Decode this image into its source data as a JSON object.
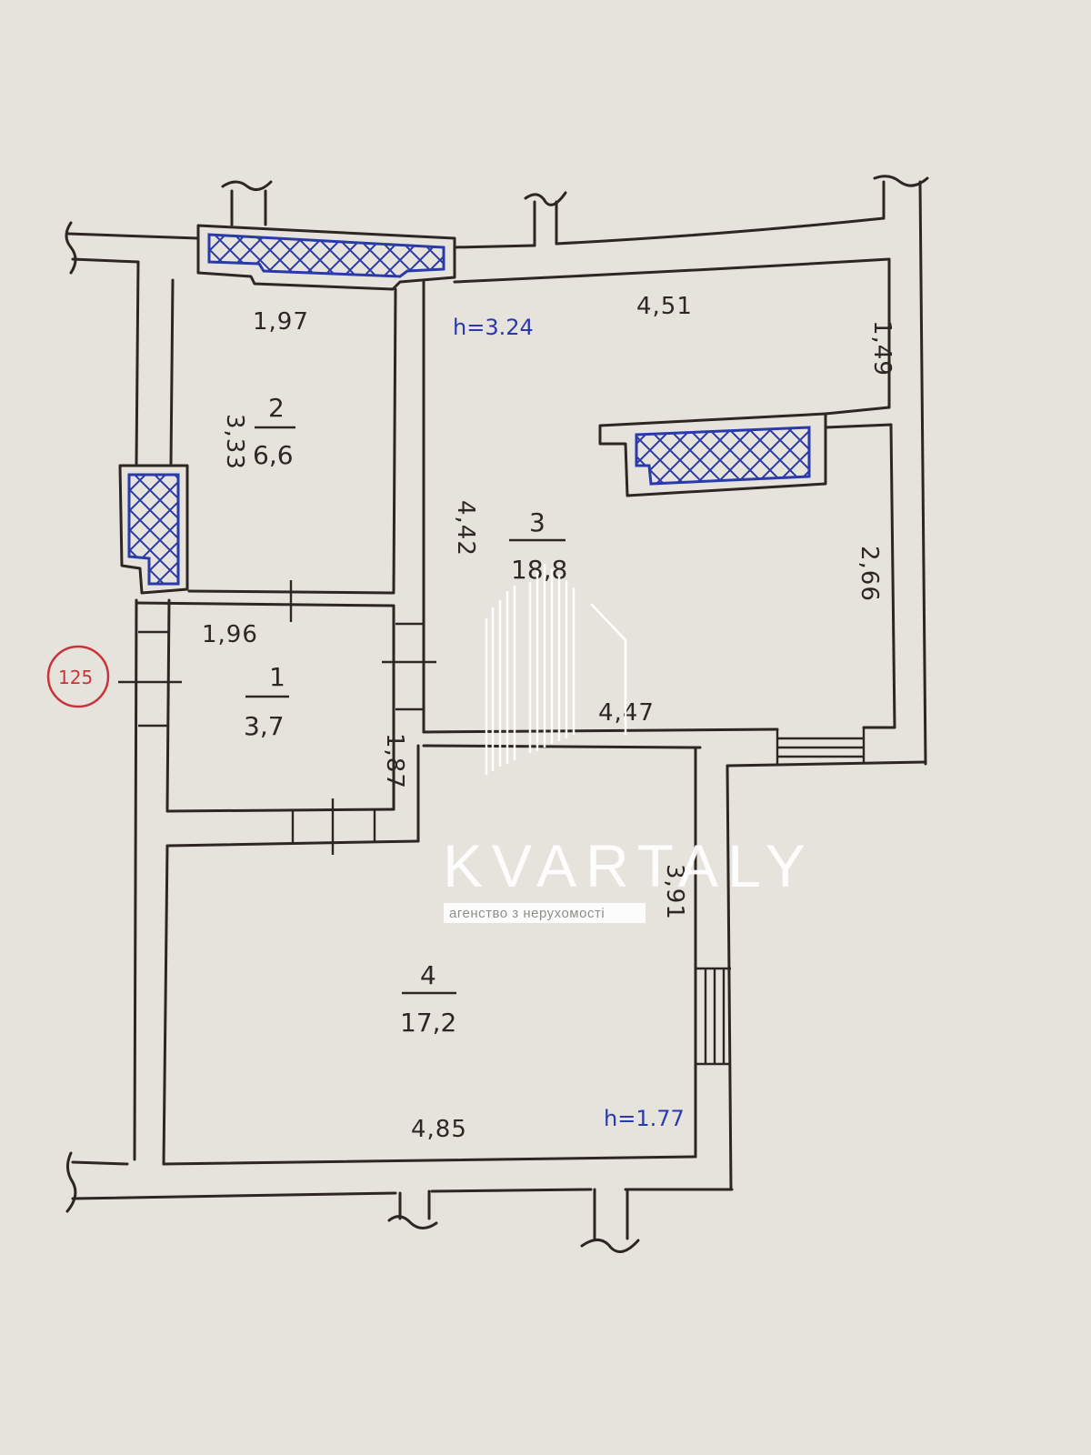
{
  "plan": {
    "stamp": "125",
    "ceiling_height_top": "h=3.24",
    "ceiling_height_bottom": "h=1.77",
    "rooms": [
      {
        "number": "1",
        "area": "3,7"
      },
      {
        "number": "2",
        "area": "6,6"
      },
      {
        "number": "3",
        "area": "18,8"
      },
      {
        "number": "4",
        "area": "17,2"
      }
    ],
    "dimensions": {
      "r2_top": "1,97",
      "r2_left": "3,33",
      "r3_top": "4,51",
      "r3_right_upper": "1,49",
      "r3_left": "4,42",
      "r3_right_lower": "2,66",
      "r3_bottom": "4,47",
      "r1_top": "1,96",
      "r1_right": "1,87",
      "r4_right": "3,91",
      "r4_bottom": "4,85"
    }
  },
  "watermark": {
    "brand": "KVARTALY",
    "tagline": "агенство з нерухомості"
  },
  "colors": {
    "ink": "#2e2622",
    "hatch": "#2a3aa8",
    "stamp": "#c8333b",
    "paper": "#e6e3dc"
  }
}
